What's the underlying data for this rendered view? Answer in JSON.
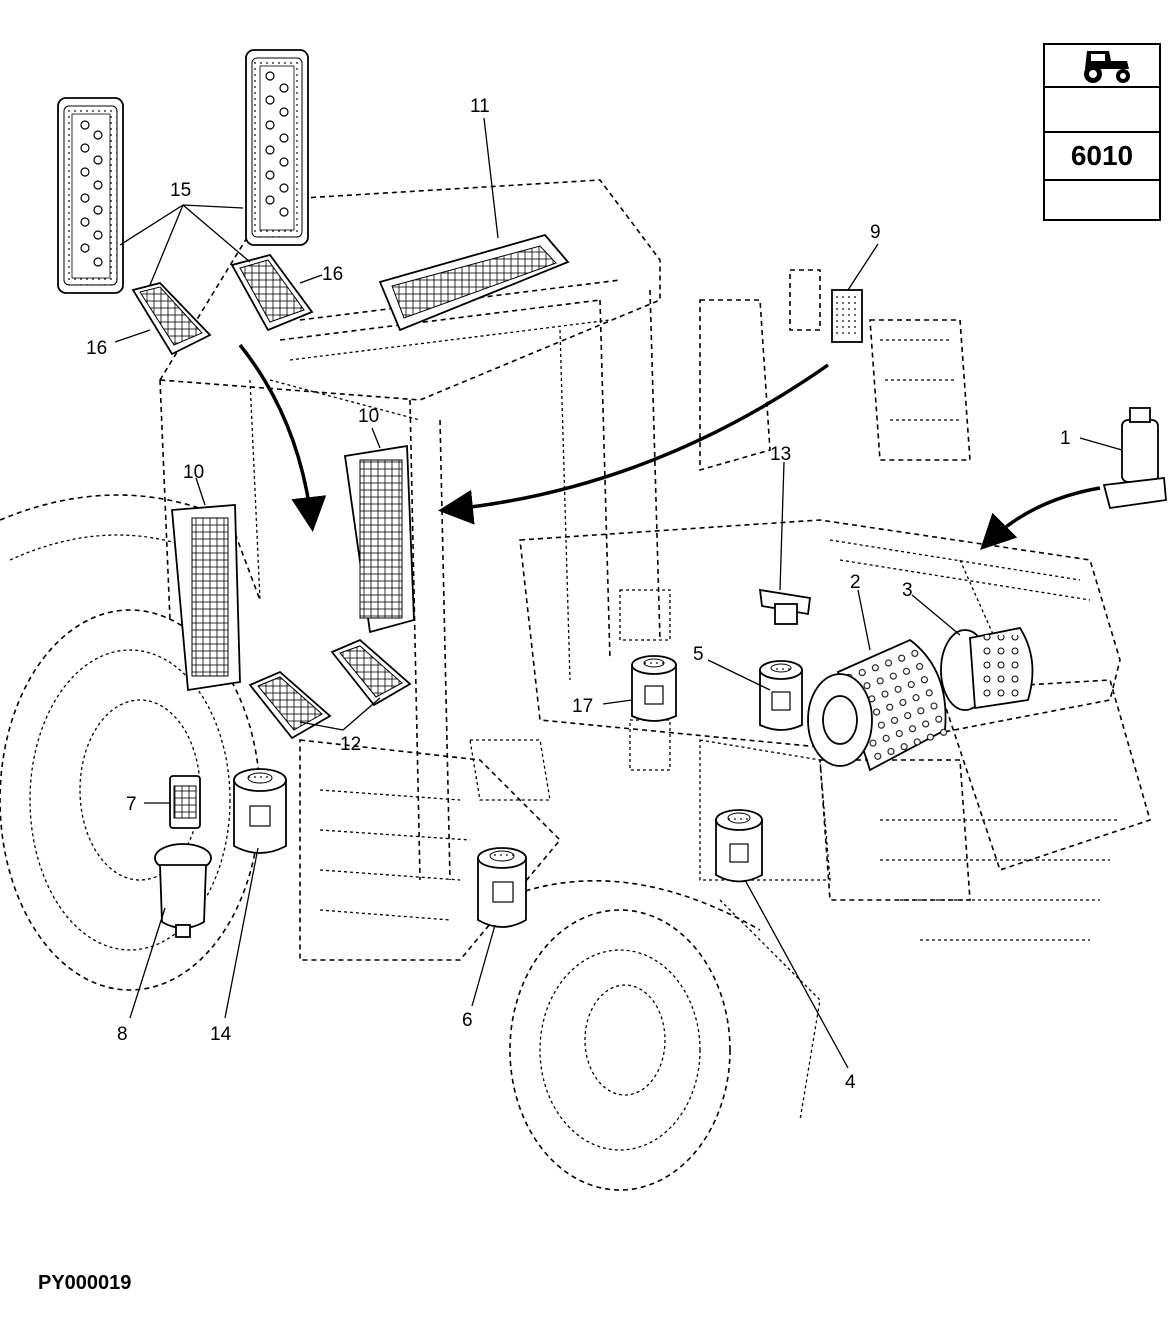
{
  "figure_code": "PY000019",
  "model_badge": {
    "icon": "tractor-icon",
    "model": "6010"
  },
  "callouts": {
    "c1": "1",
    "c2": "2",
    "c3": "3",
    "c4": "4",
    "c5": "5",
    "c6": "6",
    "c7": "7",
    "c8": "8",
    "c9": "9",
    "c10a": "10",
    "c10b": "10",
    "c11": "11",
    "c12": "12",
    "c13": "13",
    "c14": "14",
    "c15": "15",
    "c16a": "16",
    "c16b": "16",
    "c17": "17"
  }
}
